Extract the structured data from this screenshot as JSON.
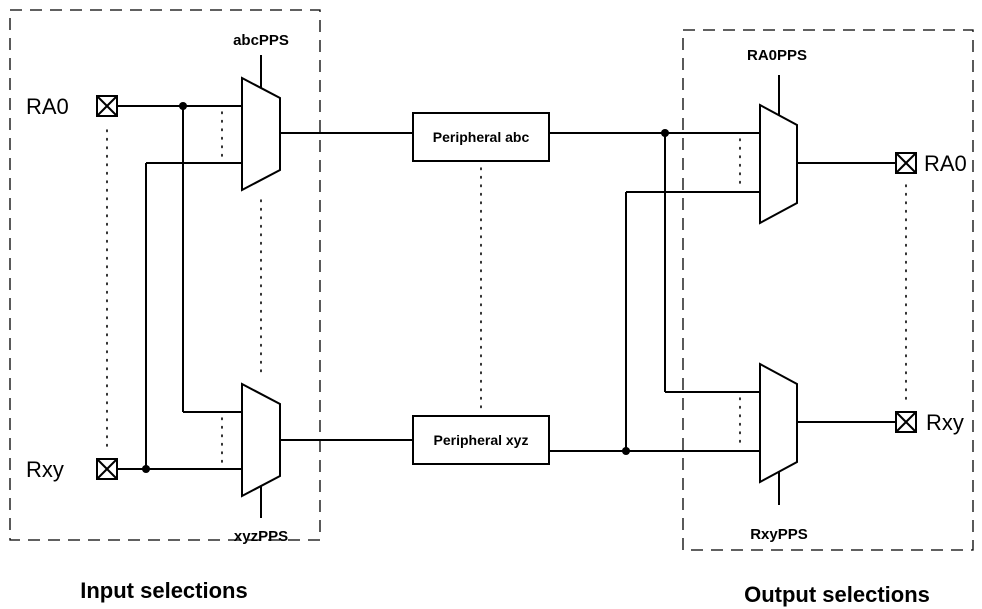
{
  "input_section": {
    "title": "Input selections",
    "mux_top_select": "abcPPS",
    "mux_bottom_select": "xyzPPS",
    "pin_top": "RA0",
    "pin_bottom": "Rxy"
  },
  "peripherals": {
    "top": "Peripheral abc",
    "bottom": "Peripheral xyz"
  },
  "output_section": {
    "title": "Output selections",
    "mux_top_select": "RA0PPS",
    "mux_bottom_select": "RxyPPS",
    "pin_top": "RA0",
    "pin_bottom": "Rxy"
  }
}
